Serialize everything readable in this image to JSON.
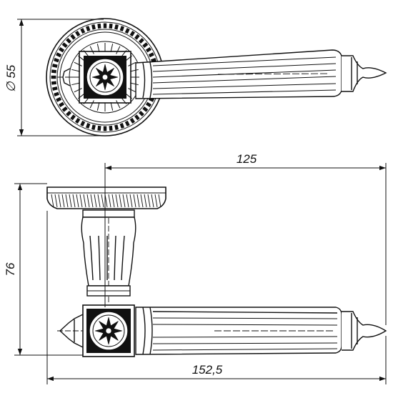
{
  "colors": {
    "ink": "#111111",
    "background": "#ffffff"
  },
  "dimensions": {
    "rosette_diameter": "∅ 55",
    "lever_projection": "125",
    "total_height": "76",
    "overall_length": "152,5"
  }
}
